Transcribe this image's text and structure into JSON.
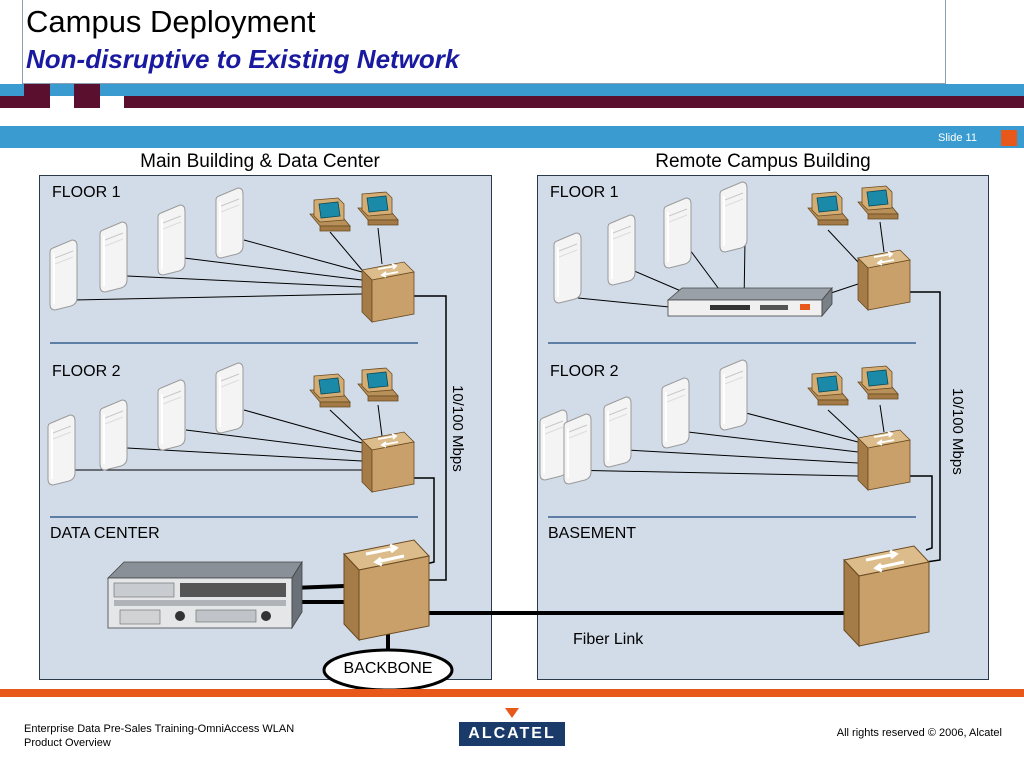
{
  "slide": {
    "title": "Campus Deployment",
    "subtitle": "Non-disruptive to Existing Network",
    "slide_number": "Slide 11"
  },
  "left_section": {
    "heading": "Main Building & Data Center",
    "floor1": "FLOOR 1",
    "floor2": "FLOOR 2",
    "floor3": "DATA CENTER",
    "speed": "10/100 Mbps",
    "backbone": "BACKBONE"
  },
  "right_section": {
    "heading": "Remote Campus Building",
    "floor1": "FLOOR 1",
    "floor2": "FLOOR 2",
    "floor3": "BASEMENT",
    "speed": "10/100 Mbps",
    "fiber": "Fiber Link"
  },
  "footer": {
    "left_line1": "Enterprise Data Pre-Sales Training-OmniAccess WLAN",
    "left_line2": "Product Overview",
    "logo": "ALCATEL",
    "right": "All rights reserved © 2006, Alcatel"
  },
  "colors": {
    "maroon": "#5a0f2e",
    "blue_band": "#3a9bd0",
    "orange": "#e8581a",
    "panel": "#d2dce8",
    "switch": "#c9a06a",
    "monitor_screen": "#1a8aa8"
  }
}
